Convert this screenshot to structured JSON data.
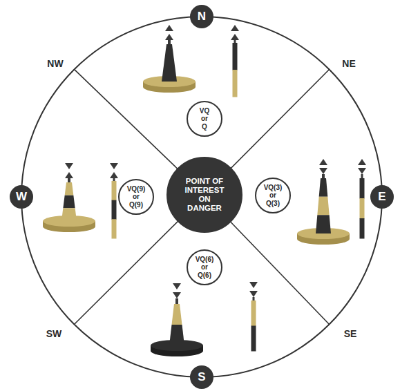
{
  "diagram": {
    "nodes": [
      {
        "text": [
          "N"
        ]
      },
      {
        "text": [
          "VQ or Q"
        ]
      },
      {
        "text": [
          "W"
        ]
      },
      {
        "text": [
          "VQ(9) or Q(9)"
        ]
      },
      {
        "text": [
          "POINT OF INTEREST ON DANGER"
        ]
      },
      {
        "text": [
          "VQ(3) or Q(3)"
        ]
      },
      {
        "text": [
          "E"
        ]
      },
      {
        "text": [
          "VQ(6) or Q(6)"
        ]
      },
      {
        "text": [
          "S"
        ]
      }
    ],
    "labels": [
      "NW",
      "NE",
      "SW",
      "SE"
    ]
  }
}
